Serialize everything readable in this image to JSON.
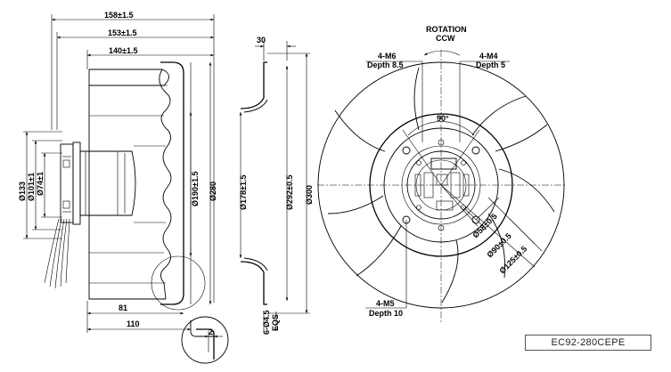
{
  "side_view": {
    "dims_top": [
      "158±1.5",
      "153±1.5",
      "140±1.5"
    ],
    "dims_vertical": [
      "Ø133",
      "Ø101±1",
      "Ø74±1",
      "Ø190±1.5",
      "Ø280"
    ],
    "dims_bottom": [
      "81",
      "110"
    ],
    "detail_gap": "2"
  },
  "section_view": {
    "top_dim": "30",
    "dims_vertical": [
      "Ø178±1.5",
      "Ø292±0.5",
      "Ø300"
    ],
    "bottom_dim": "6-Ø4.5",
    "bottom_dim_sub": "EQS"
  },
  "front_view": {
    "rotation_label": "ROTATION",
    "rotation_dir": "CCW",
    "hole_m6": "4-M6",
    "hole_m6_depth": "Depth 8.5",
    "hole_m4": "4-M4",
    "hole_m4_depth": "Depth 5",
    "angle": "90°",
    "dia_small": "Ø58±0.5",
    "dia_mid": "Ø90±0.5",
    "dia_large": "Ø125±0.5",
    "hole_m5": "4-M5",
    "hole_m5_depth": "Depth 10"
  },
  "model": "EC92-280CEPE"
}
